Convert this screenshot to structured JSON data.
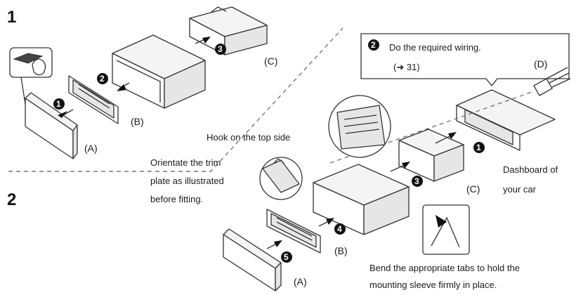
{
  "sections": {
    "step1_number": "1",
    "step2_number": "2"
  },
  "steps": {
    "s1": "1",
    "s2": "2",
    "s3": "3",
    "s4": "4",
    "s5": "5",
    "wiring_step": "2"
  },
  "part_labels": {
    "A1": "(A)",
    "B1": "(B)",
    "C1": "(C)",
    "A2": "(A)",
    "B2": "(B)",
    "C2": "(C)",
    "D": "(D)"
  },
  "callout": {
    "line1": "Do the required wiring.",
    "line2": "(➜ 31)"
  },
  "notes": {
    "hook": "Hook on the top side",
    "orientate_l1": "Orientate the trim",
    "orientate_l2": "plate as illustrated",
    "orientate_l3": "before fitting.",
    "dashboard_l1": "Dashboard of",
    "dashboard_l2": "your car",
    "bend_l1": "Bend the appropriate tabs to hold the",
    "bend_l2": "mounting sleeve firmly in place."
  }
}
